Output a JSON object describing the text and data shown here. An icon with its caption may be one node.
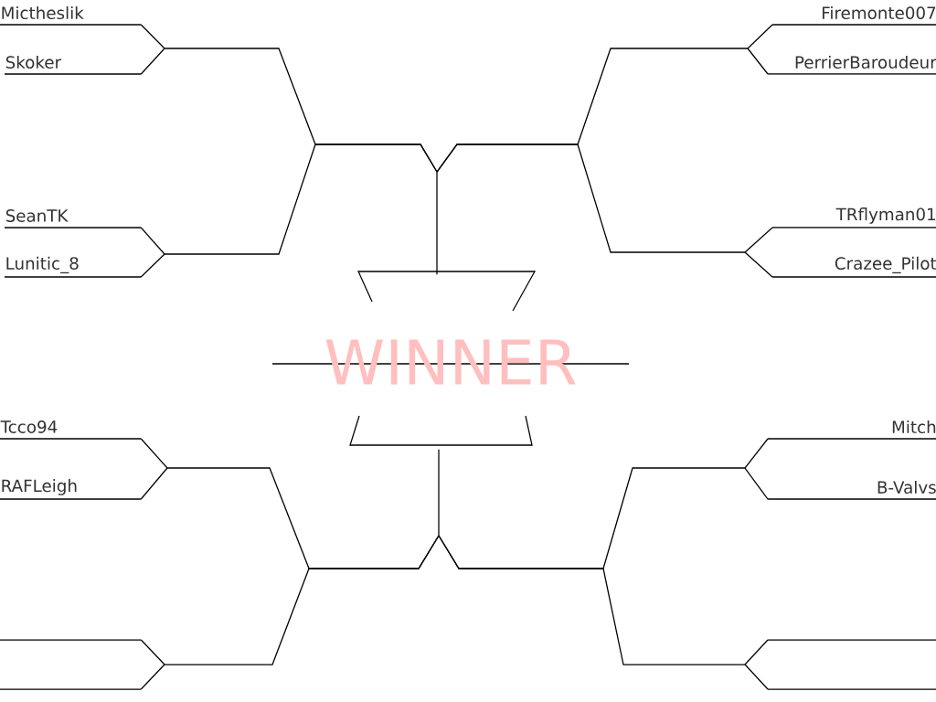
{
  "diagram": {
    "nodes": [
      {
        "text": [
          "Mictheslik"
        ]
      },
      {
        "text": [
          "Skoker"
        ]
      },
      {
        "text": [
          "SeanTK"
        ]
      },
      {
        "text": [
          "Lunitic_8"
        ]
      },
      {
        "text": [
          "Firemonte007"
        ]
      },
      {
        "text": [
          "PerrierBaroudeur"
        ]
      },
      {
        "text": [
          "TRflyman01"
        ]
      },
      {
        "text": [
          "Crazee_Pilot"
        ]
      },
      {
        "text": [
          "WINNER"
        ]
      },
      {
        "text": [
          "Tcco94"
        ]
      },
      {
        "text": [
          "RAFLeigh"
        ]
      },
      {
        "text": [],
        "shape": "line"
      },
      {
        "text": [],
        "shape": "line"
      },
      {
        "text": [
          "Mitch"
        ]
      },
      {
        "text": [
          "B-Valvs"
        ]
      },
      {
        "text": [],
        "shape": "line"
      },
      {
        "text": [],
        "shape": "line"
      }
    ],
    "edges": [
      {
        "from": 0,
        "to": 8,
        "arrow": "none"
      },
      {
        "from": 1,
        "to": 8,
        "arrow": "none"
      },
      {
        "from": 2,
        "to": 8,
        "arrow": "none"
      },
      {
        "from": 3,
        "to": 8,
        "arrow": "none"
      },
      {
        "from": 4,
        "to": 8,
        "arrow": "none"
      },
      {
        "from": 5,
        "to": 8,
        "arrow": "none"
      },
      {
        "from": 6,
        "to": 8,
        "arrow": "none"
      },
      {
        "from": 7,
        "to": 8,
        "arrow": "none"
      },
      {
        "from": 9,
        "to": 8,
        "arrow": "none"
      },
      {
        "from": 10,
        "to": 8,
        "arrow": "none"
      },
      {
        "from": 11,
        "to": 8,
        "arrow": "none"
      },
      {
        "from": 12,
        "to": 8,
        "arrow": "none"
      },
      {
        "from": 13,
        "to": 8,
        "arrow": "none"
      },
      {
        "from": 14,
        "to": 8,
        "arrow": "none"
      },
      {
        "from": 15,
        "to": 8,
        "arrow": "none"
      },
      {
        "from": 16,
        "to": 8,
        "arrow": "none"
      }
    ]
  }
}
